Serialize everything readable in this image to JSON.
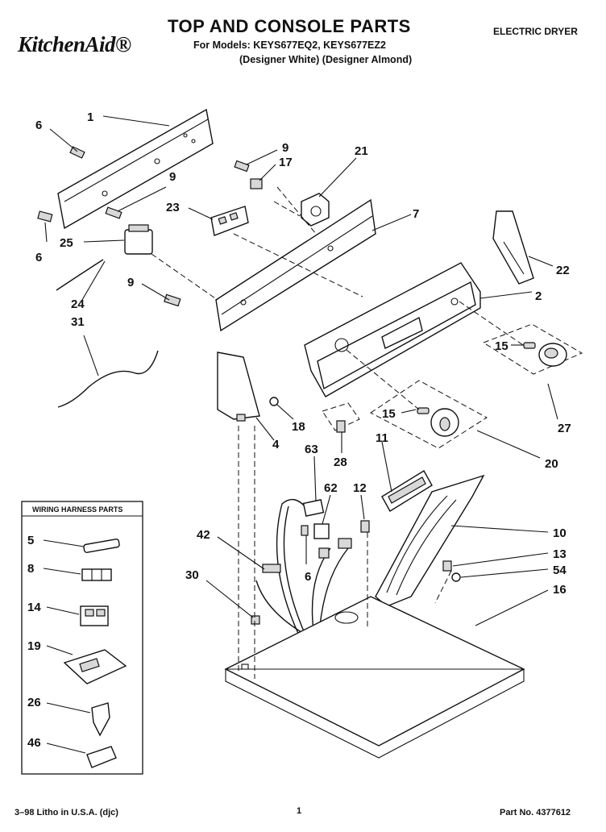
{
  "header": {
    "title": "TOP AND CONSOLE PARTS",
    "brand": "KitchenAid®",
    "models_line": "For Models: KEYS677EQ2, KEYS677EZ2",
    "finishes_line": "(Designer White) (Designer Almond)",
    "product_type": "ELECTRIC DRYER"
  },
  "callouts": {
    "c1": "1",
    "c2": "2",
    "c4": "4",
    "c6a": "6",
    "c6b": "6",
    "c6c": "6",
    "c7": "7",
    "c9a": "9",
    "c9b": "9",
    "c9c": "9",
    "c10": "10",
    "c11": "11",
    "c12": "12",
    "c13": "13",
    "c15a": "15",
    "c15b": "15",
    "c16": "16",
    "c17": "17",
    "c18": "18",
    "c20": "20",
    "c21": "21",
    "c22": "22",
    "c23": "23",
    "c24": "24",
    "c25": "25",
    "c27": "27",
    "c28": "28",
    "c30": "30",
    "c31": "31",
    "c42": "42",
    "c54": "54",
    "c62": "62",
    "c63": "63"
  },
  "wiring_harness_parts": {
    "title": "WIRING HARNESS PARTS",
    "items": [
      "5",
      "8",
      "14",
      "19",
      "26",
      "46"
    ]
  },
  "footer": {
    "print_info": "3–98 Litho in U.S.A. (djc)",
    "page_number": "1",
    "part_number": "Part No. 4377612"
  }
}
